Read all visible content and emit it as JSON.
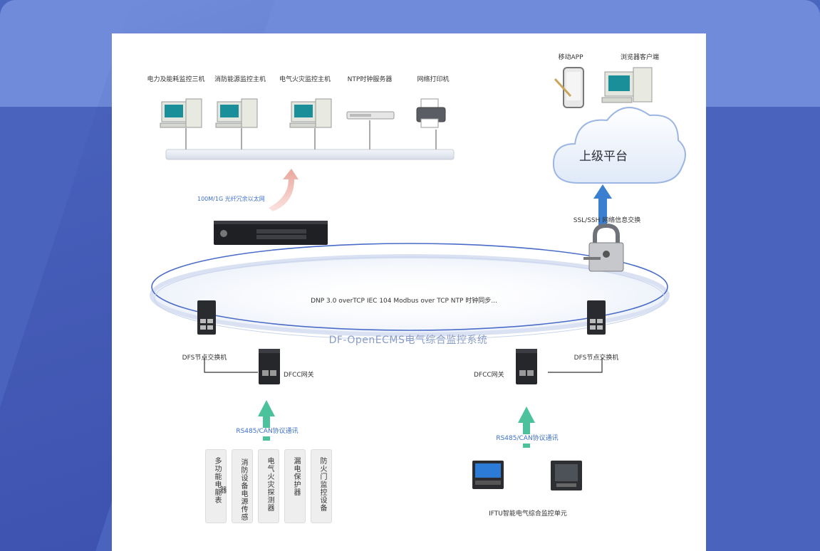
{
  "top_nodes": [
    {
      "label": "电力及能耗监控三机"
    },
    {
      "label": "消防能源监控主机"
    },
    {
      "label": "电气火灾监控主机"
    },
    {
      "label": "NTP时钟服务器"
    },
    {
      "label": "网络打印机"
    }
  ],
  "clients": [
    {
      "label": "移动APP"
    },
    {
      "label": "浏览器客户端"
    }
  ],
  "cloud_label": "上级平台",
  "ethernet_label": "100M/1G 光纤冗余以太网",
  "ssl_label": "SSL/SSH  网络信息交换",
  "protocols_label": "DNP 3.0 overTCP    IEC 104   Modbus over TCP   NTP  时钟同步...",
  "system_name": "DF-OpenECMS电气综合监控系统",
  "switch_left_label": "DFS节点交换机",
  "switch_right_label": "DFS节点交换机",
  "gateway_left_label": "DFCC网关",
  "gateway_right_label": "DFCC网关",
  "rs485_left_label": "RS485/CAN协议通讯",
  "rs485_right_label": "RS485/CAN协议通讯",
  "devices": [
    {
      "label": "多功能电能表"
    },
    {
      "label": "消防设备电源传感器"
    },
    {
      "label": "电气火灾探测器"
    },
    {
      "label": "漏电保护器"
    },
    {
      "label": "防火门监控设备"
    }
  ],
  "iftu_label": "IFTU智能电气综合监控单元",
  "colors": {
    "accent_blue": "#3a7fd0",
    "arrow_green": "#4cc29c",
    "ring": "#4a6cc8"
  }
}
